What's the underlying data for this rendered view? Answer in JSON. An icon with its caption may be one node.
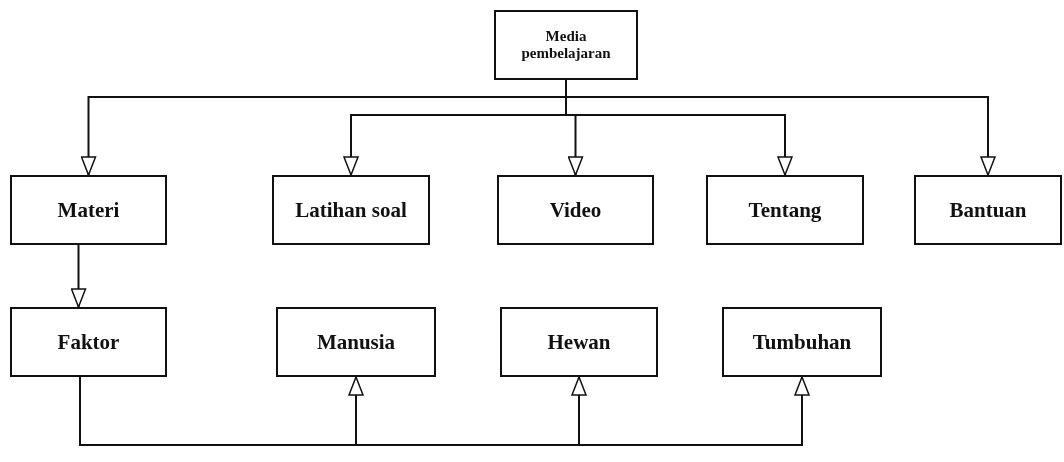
{
  "diagram": {
    "nodes": [
      {
        "text": [
          "Media pembelajaran"
        ]
      },
      {
        "text": [
          "Materi"
        ]
      },
      {
        "text": [
          "Latihan soal"
        ]
      },
      {
        "text": [
          "Video"
        ]
      },
      {
        "text": [
          "Tentang"
        ]
      },
      {
        "text": [
          "Bantuan"
        ]
      },
      {
        "text": [
          "Faktor"
        ]
      },
      {
        "text": [
          "Manusia"
        ]
      },
      {
        "text": [
          "Hewan"
        ]
      },
      {
        "text": [
          "Tumbuhan"
        ]
      }
    ],
    "edges": [
      {
        "from": 0,
        "to": 1,
        "arrow": "to"
      },
      {
        "from": 0,
        "to": 2,
        "arrow": "to"
      },
      {
        "from": 0,
        "to": 3,
        "arrow": "to"
      },
      {
        "from": 0,
        "to": 4,
        "arrow": "to"
      },
      {
        "from": 0,
        "to": 5,
        "arrow": "to"
      },
      {
        "from": 1,
        "to": 6,
        "arrow": "to"
      },
      {
        "from": 6,
        "to": 7,
        "arrow": "to"
      },
      {
        "from": 6,
        "to": 8,
        "arrow": "to"
      },
      {
        "from": 6,
        "to": 9,
        "arrow": "to"
      }
    ]
  }
}
